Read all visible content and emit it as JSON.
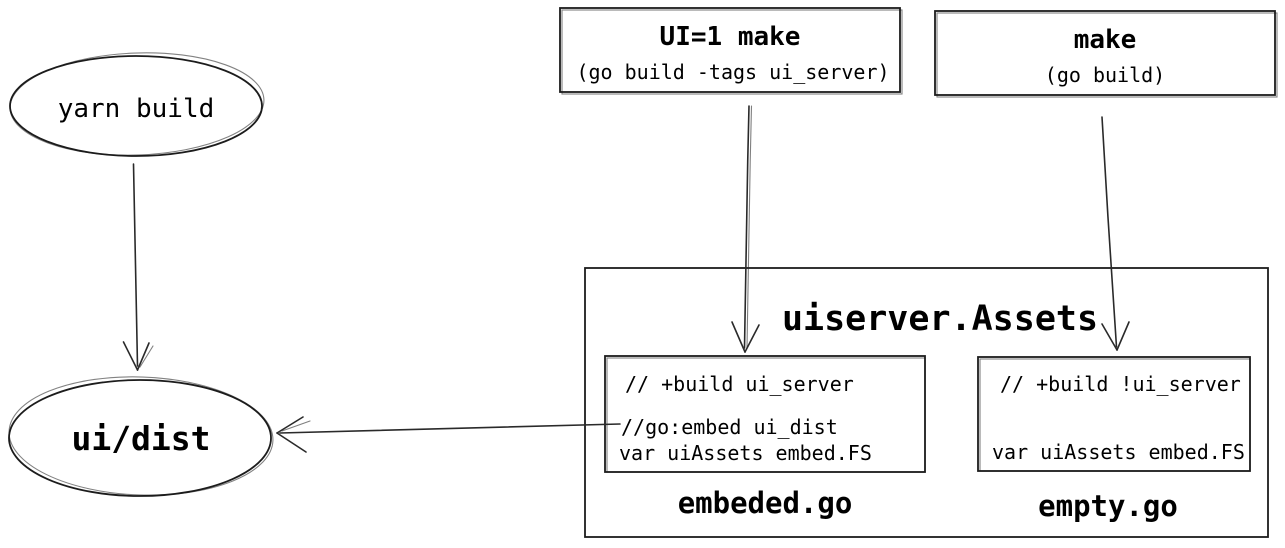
{
  "diagram": {
    "yarn_build_node": {
      "label": "yarn build"
    },
    "ui_dist_node": {
      "label": "ui/dist"
    },
    "ui_make_box": {
      "title": "UI=1 make",
      "subtitle": "(go build -tags ui_server)"
    },
    "make_box": {
      "title": "make",
      "subtitle": "(go build)"
    },
    "assets_group": {
      "title": "uiserver.Assets"
    },
    "embeded_file": {
      "code_line1": "// +build ui_server",
      "code_line2": "//go:embed ui_dist",
      "code_line3": "var uiAssets embed.FS",
      "filename": "embeded.go"
    },
    "empty_file": {
      "code_line1": "// +build !ui_server",
      "code_line2": "var uiAssets embed.FS",
      "filename": "empty.go"
    },
    "colors": {
      "stroke": "#1c1c1c",
      "text": "#000000",
      "background": "#ffffff"
    }
  }
}
